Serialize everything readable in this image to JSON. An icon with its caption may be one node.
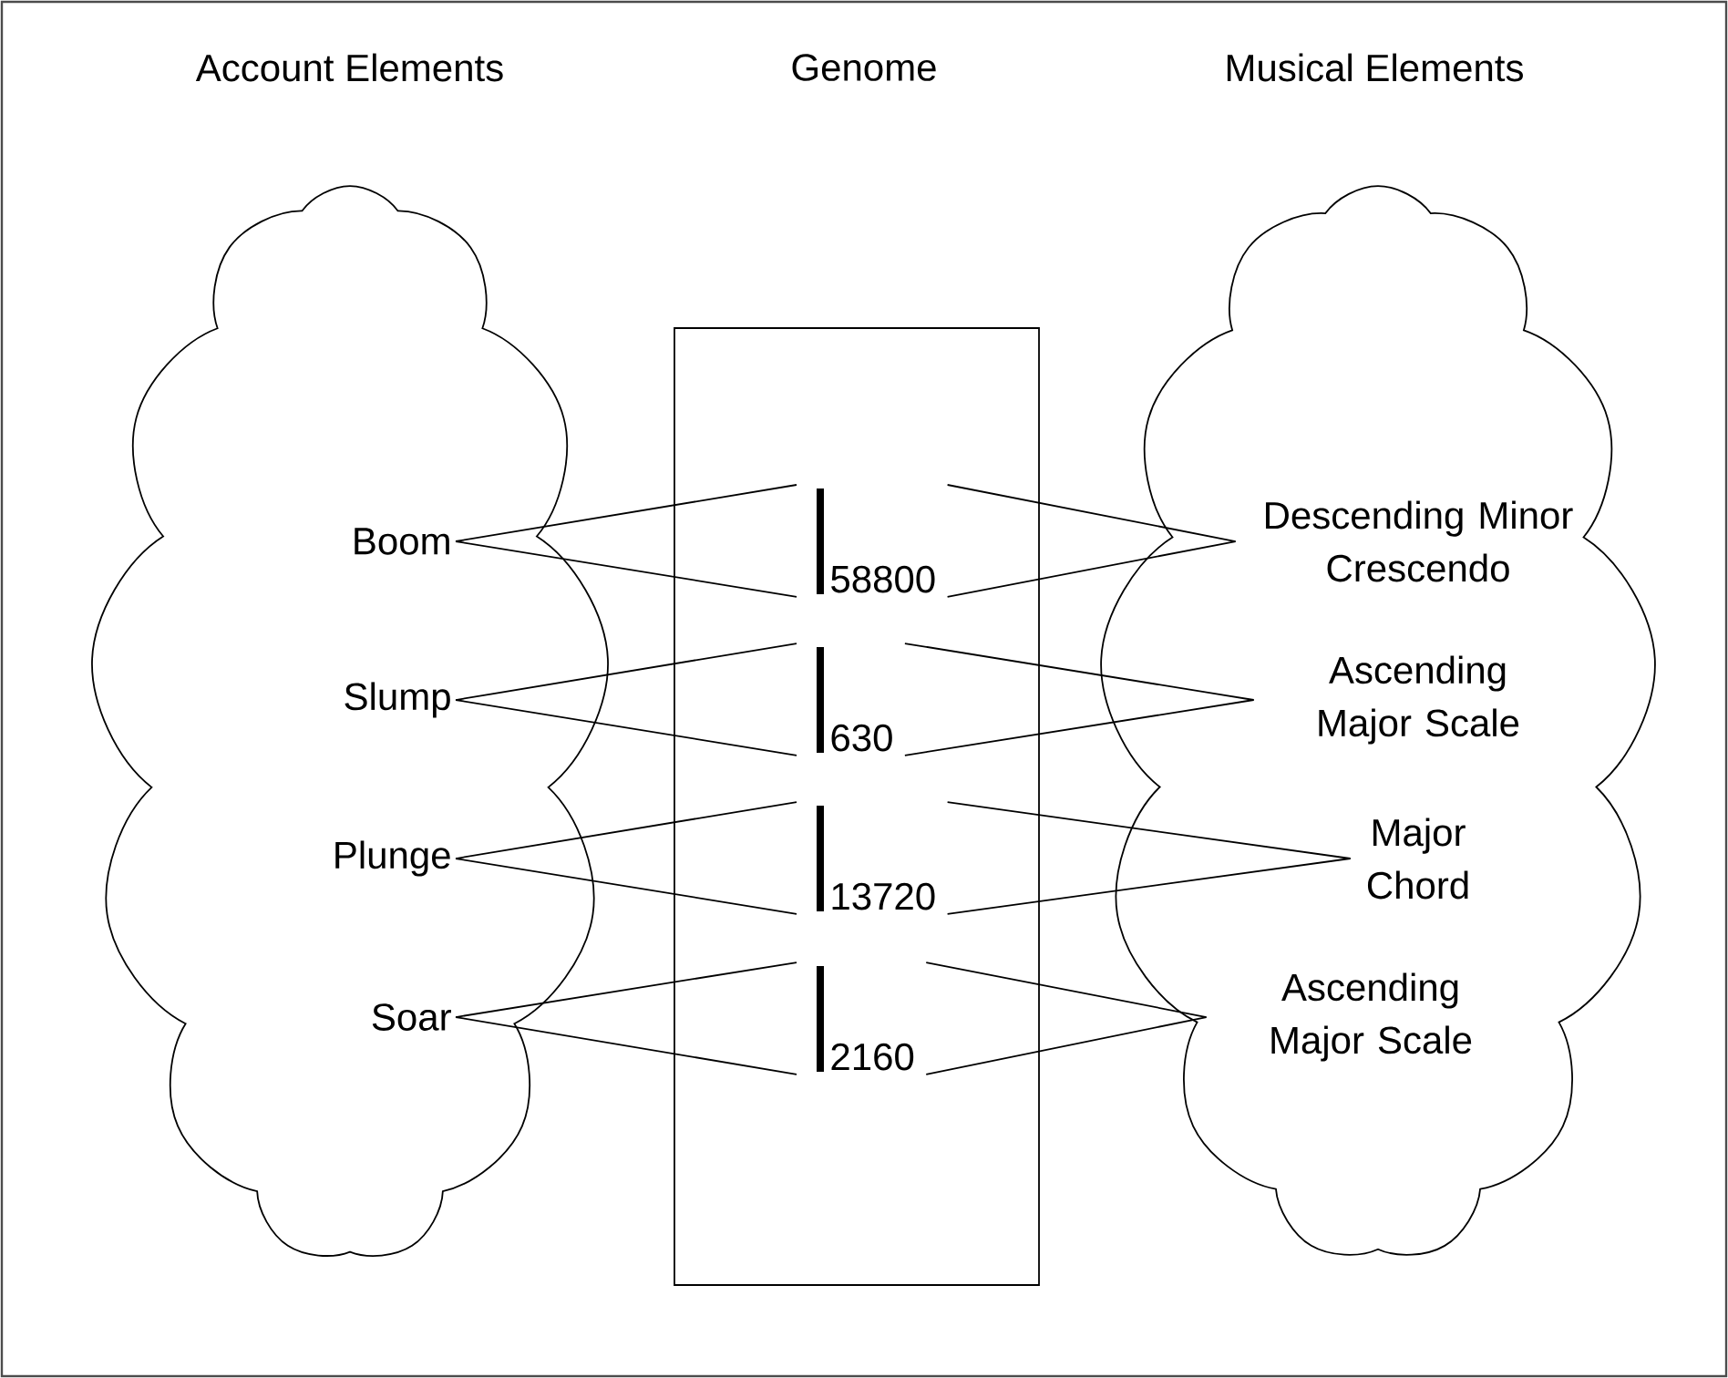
{
  "diagram": {
    "nodes": [
      {
        "text": [
          "Account Elements"
        ]
      },
      {
        "text": [
          "Boom"
        ],
        "in": 0
      },
      {
        "text": [
          "Slump"
        ],
        "in": 0
      },
      {
        "text": [
          "Plunge"
        ],
        "in": 0
      },
      {
        "text": [
          "Soar"
        ],
        "in": 0
      },
      {
        "text": [],
        "shape": "box"
      },
      {
        "text": [
          "58800"
        ],
        "in": 5
      },
      {
        "text": [
          "630"
        ],
        "in": 5
      },
      {
        "text": [
          "13720"
        ],
        "in": 5
      },
      {
        "text": [
          "2160"
        ],
        "in": 5
      },
      {
        "text": [
          "Musical Elements"
        ]
      },
      {
        "text": [
          "Descending Minor Crescendo"
        ],
        "in": 10
      },
      {
        "text": [
          "Ascending Major Scale"
        ],
        "in": 10
      },
      {
        "text": [
          "Major Chord"
        ],
        "in": 10
      },
      {
        "text": [
          "Ascending Major Scale"
        ],
        "in": 10
      }
    ],
    "edges": [
      {
        "from": 1,
        "to": 6,
        "arrow": "none"
      },
      {
        "from": 1,
        "to": 6,
        "arrow": "none"
      },
      {
        "from": 6,
        "to": 11,
        "arrow": "none"
      },
      {
        "from": 6,
        "to": 11,
        "arrow": "none"
      },
      {
        "from": 2,
        "to": 7,
        "arrow": "none"
      },
      {
        "from": 2,
        "to": 7,
        "arrow": "none"
      },
      {
        "from": 7,
        "to": 12,
        "arrow": "none"
      },
      {
        "from": 7,
        "to": 12,
        "arrow": "none"
      },
      {
        "from": 3,
        "to": 8,
        "arrow": "none"
      },
      {
        "from": 3,
        "to": 8,
        "arrow": "none"
      },
      {
        "from": 8,
        "to": 13,
        "arrow": "none"
      },
      {
        "from": 8,
        "to": 13,
        "arrow": "none"
      },
      {
        "from": 4,
        "to": 9,
        "arrow": "none"
      },
      {
        "from": 4,
        "to": 9,
        "arrow": "none"
      },
      {
        "from": 9,
        "to": 14,
        "arrow": "none"
      },
      {
        "from": 9,
        "to": 14,
        "arrow": "none"
      }
    ],
    "labels": [
      "Genome"
    ]
  }
}
